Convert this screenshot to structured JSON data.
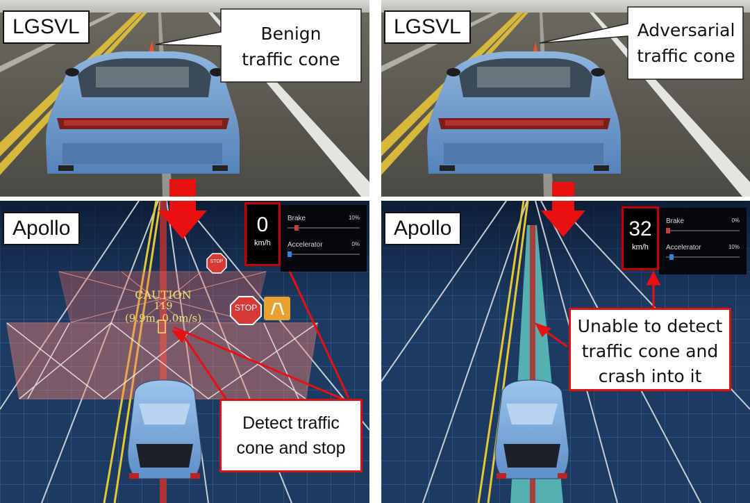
{
  "panels": {
    "top_left": {
      "label": "LGSVL",
      "bubble_line1": "Benign",
      "bubble_line2": "traffic cone"
    },
    "top_right": {
      "label": "LGSVL",
      "bubble_line1": "Adversarial",
      "bubble_line2": "traffic cone"
    },
    "bottom_left": {
      "label": "Apollo",
      "speed": "0",
      "speed_unit": "km/h",
      "brake_label": "Brake",
      "brake_pct": "10%",
      "accel_label": "Accelerator",
      "accel_pct": "0%",
      "caution_title": "CAUTION",
      "caution_id": "119",
      "caution_info": "(9.9m, 0.0m/s)",
      "stop_sign_small": "STOP",
      "stop_sign_large": "STOP",
      "callout_line1": "Detect traffic",
      "callout_line2": "cone and stop"
    },
    "bottom_right": {
      "label": "Apollo",
      "speed": "32",
      "speed_unit": "km/h",
      "brake_label": "Brake",
      "brake_pct": "0%",
      "accel_label": "Accelerator",
      "accel_pct": "10%",
      "callout_line1": "Unable to detect",
      "callout_line2": "traffic cone and",
      "callout_line3": "crash into it"
    }
  },
  "colors": {
    "arrow_red": "#e81010",
    "callout_border": "#e01010",
    "car_blue": "#6a98cc",
    "grid_blue": "#1e3f68",
    "route_teal": "#5fc6c0",
    "caution_yellow": "#f3e070",
    "brake_knob": "#c04040",
    "accel_knob": "#3a7fe0"
  }
}
